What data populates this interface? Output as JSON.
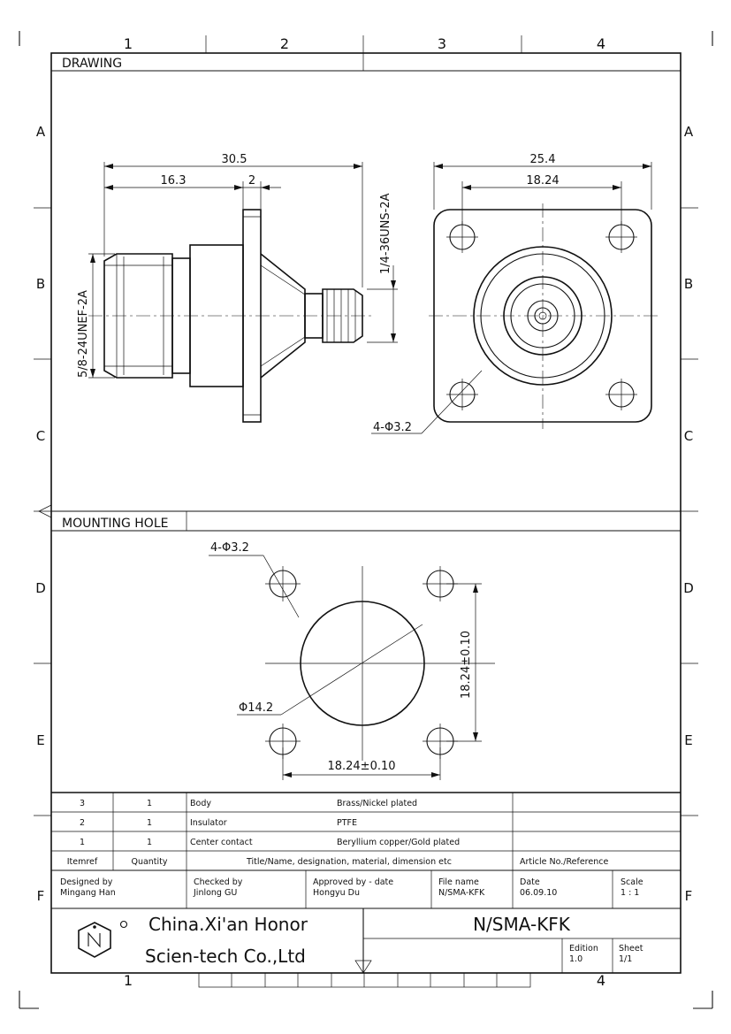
{
  "frame": {
    "columns": [
      "1",
      "2",
      "3",
      "4"
    ],
    "rows": [
      "A",
      "B",
      "C",
      "D",
      "E",
      "F"
    ]
  },
  "sections": {
    "drawing_label": "DRAWING",
    "mounting_label": "MOUNTING HOLE"
  },
  "side_view": {
    "dim_overall": "30.5",
    "dim_to_flange": "16.3",
    "dim_flange_thk": "2",
    "thread_right": "1/4-36UNS-2A",
    "thread_left": "5/8-24UNEF-2A"
  },
  "front_view": {
    "dim_flange": "25.4",
    "dim_holes": "18.24",
    "hole_callout": "4-Φ3.2"
  },
  "mounting_hole": {
    "hole_callout": "4-Φ3.2",
    "center_dia": "Φ14.2",
    "dim_vertical": "18.24±0.10",
    "dim_horizontal": "18.24±0.10"
  },
  "bom": {
    "rows": [
      {
        "item": "3",
        "qty": "1",
        "name": "Body",
        "material": "Brass/Nickel plated"
      },
      {
        "item": "2",
        "qty": "1",
        "name": "Insulator",
        "material": "PTFE"
      },
      {
        "item": "1",
        "qty": "1",
        "name": "Center contact",
        "material": "Beryllium copper/Gold plated"
      }
    ],
    "header": {
      "item": "Itemref",
      "qty": "Quantity",
      "title": "Title/Name, designation, material, dimension etc",
      "article": "Article No./Reference"
    }
  },
  "title_block": {
    "designed_label": "Designed by",
    "designed_value": "Mingang Han",
    "checked_label": "Checked by",
    "checked_value": "Jinlong GU",
    "approved_label": "Approved by - date",
    "approved_value": "Hongyu Du",
    "file_label": "File name",
    "file_value": "N/SMA-KFK",
    "date_label": "Date",
    "date_value": "06.09.10",
    "scale_label": "Scale",
    "scale_value": "1 : 1",
    "company_line1": "China.Xi'an Honor",
    "company_line2": "Scien-tech Co.,Ltd",
    "part_number": "N/SMA-KFK",
    "edition_label": "Edition",
    "edition_value": "1.0",
    "sheet_label": "Sheet",
    "sheet_value": "1/1"
  },
  "logo_icon": "company-logo-icon"
}
